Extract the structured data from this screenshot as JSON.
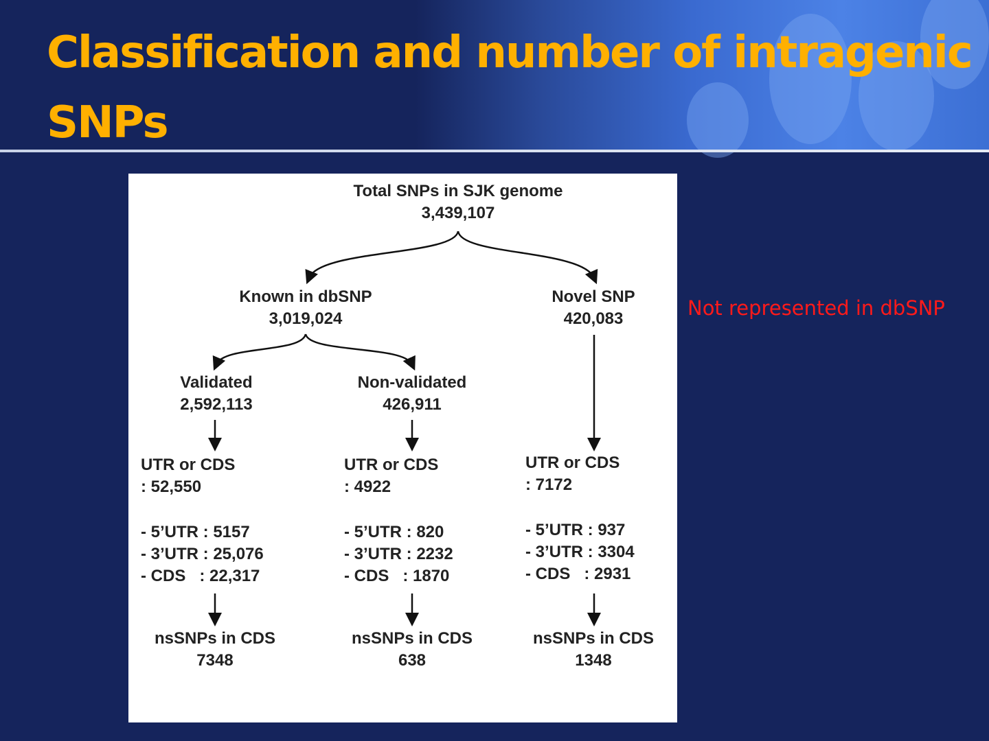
{
  "title": "Classification and number of intragenic SNPs",
  "note": "Not represented in dbSNP",
  "diagram": {
    "total": {
      "label": "Total SNPs in SJK genome",
      "value": "3,439,107"
    },
    "known": {
      "label": "Known in dbSNP",
      "value": "3,019,024"
    },
    "novel": {
      "label": "Novel SNP",
      "value": "420,083"
    },
    "validated": {
      "label": "Validated",
      "value": "2,592,113"
    },
    "nonvalidated": {
      "label": "Non-validated",
      "value": "426,911"
    },
    "columns": [
      {
        "utr_cds_label": "UTR or CDS",
        "utr_cds_value": ": 52,550",
        "utr5": "- 5’UTR : 5157",
        "utr3": "- 3’UTR : 25,076",
        "cds": "- CDS   : 22,317",
        "ns_label": "nsSNPs in CDS",
        "ns_value": "7348"
      },
      {
        "utr_cds_label": "UTR or CDS",
        "utr_cds_value": ": 4922",
        "utr5": "- 5’UTR : 820",
        "utr3": "- 3’UTR : 2232",
        "cds": "- CDS   : 1870",
        "ns_label": "nsSNPs in CDS",
        "ns_value": "638"
      },
      {
        "utr_cds_label": "UTR or CDS",
        "utr_cds_value": ": 7172",
        "utr5": "- 5’UTR : 937",
        "utr3": "- 3’UTR : 3304",
        "cds": "- CDS   : 2931",
        "ns_label": "nsSNPs in CDS",
        "ns_value": "1348"
      }
    ]
  }
}
